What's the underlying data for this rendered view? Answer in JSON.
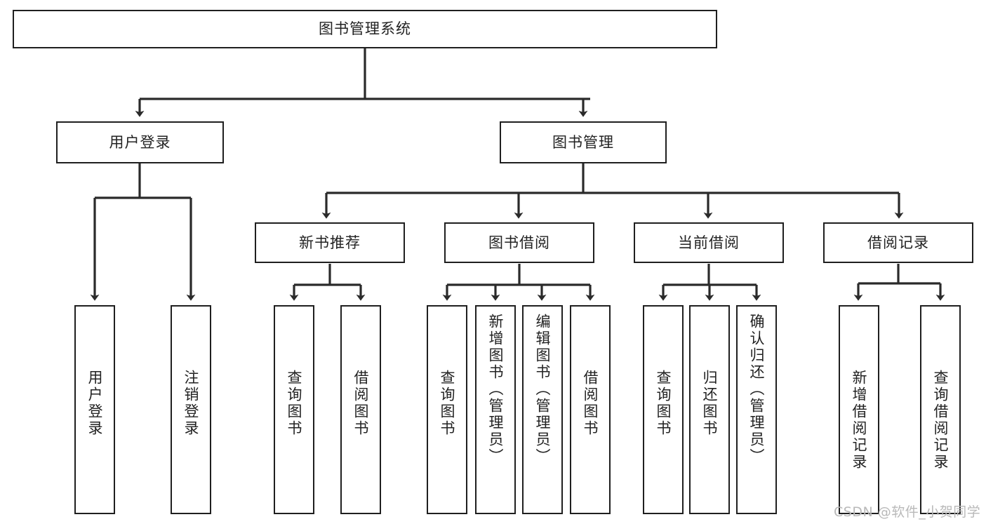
{
  "diagram": {
    "title": "图书管理系统",
    "watermark": "CSDN @软件_小贺同学",
    "colors": {
      "stroke": "#1f1f1f",
      "fill": "#ffffff",
      "text": "#222222",
      "watermark": "#b9b9b9"
    }
  },
  "root": {
    "label": "图书管理系统"
  },
  "level2": [
    {
      "label": "用户登录"
    },
    {
      "label": "图书管理"
    }
  ],
  "level3": [
    {
      "label": "新书推荐"
    },
    {
      "label": "图书借阅"
    },
    {
      "label": "当前借阅"
    },
    {
      "label": "借阅记录"
    }
  ],
  "leaves": {
    "user_login": [
      {
        "label": "用户登录"
      },
      {
        "label": "注销登录"
      }
    ],
    "new_book": [
      {
        "label": "查询图书"
      },
      {
        "label": "借阅图书"
      }
    ],
    "borrow": [
      {
        "label": "查询图书"
      },
      {
        "label": "新增图书（管理员）"
      },
      {
        "label": "编辑图书（管理员）"
      },
      {
        "label": "借阅图书"
      }
    ],
    "current": [
      {
        "label": "查询图书"
      },
      {
        "label": "归还图书"
      },
      {
        "label": "确认归还（管理员）"
      }
    ],
    "records": [
      {
        "label": "新增借阅记录"
      },
      {
        "label": "查询借阅记录"
      }
    ]
  }
}
